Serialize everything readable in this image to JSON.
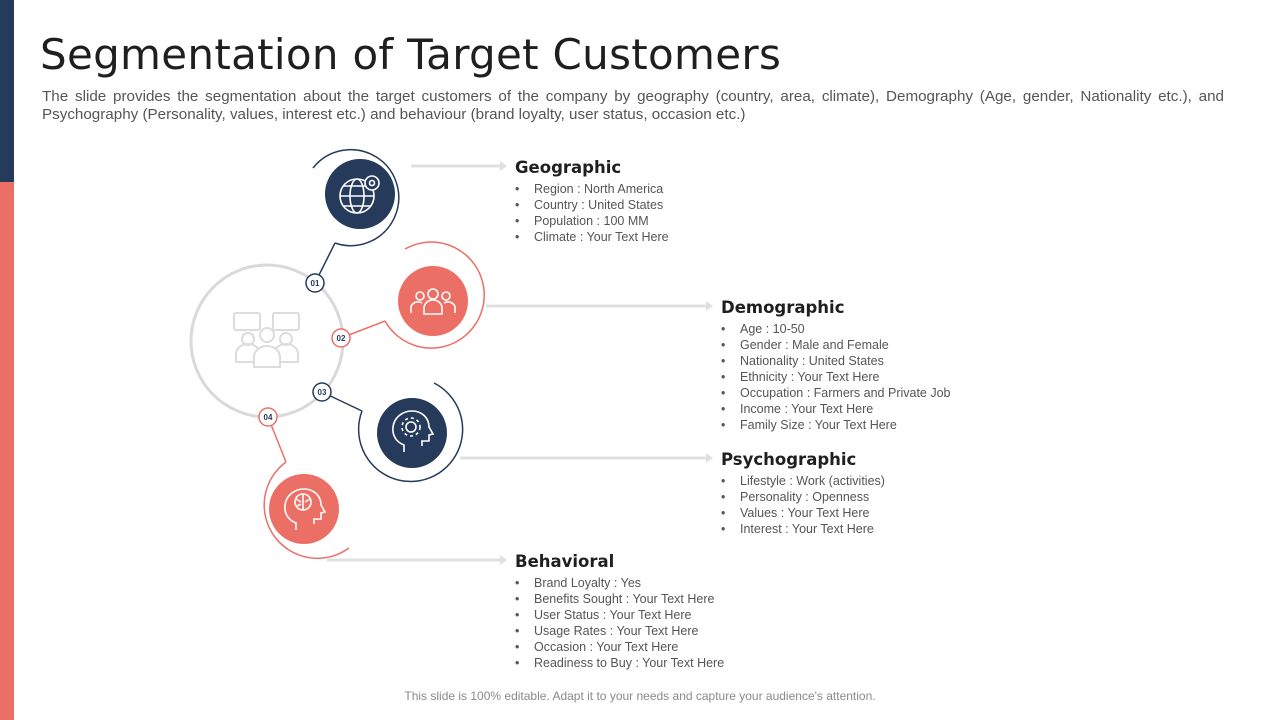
{
  "title": "Segmentation of Target Customers",
  "subtitle": "The slide provides the segmentation about the target customers of the company by geography (country, area, climate), Demography (Age, gender, Nationality etc.), and Psychography (Personality, values, interest etc.) and behaviour (brand loyalty, user status, occasion etc.)",
  "colors": {
    "navy": "#263a5c",
    "coral": "#ec6f66"
  },
  "steps": [
    "01",
    "02",
    "03",
    "04"
  ],
  "segments": [
    {
      "heading": "Geographic",
      "icon": "globe-location-icon",
      "items": [
        "Region  : North America",
        "Country : United States",
        "Population : 100 MM",
        "Climate : Your Text Here"
      ]
    },
    {
      "heading": "Demographic",
      "icon": "people-group-icon",
      "items": [
        "Age : 10-50",
        "Gender  : Male and Female",
        "Nationality : United States",
        "Ethnicity : Your Text Here",
        "Occupation : Farmers and Private Job",
        "Income  : Your Text Here",
        "Family Size : Your Text Here"
      ]
    },
    {
      "heading": "Psychographic",
      "icon": "head-gear-icon",
      "items": [
        "Lifestyle : Work (activities)",
        "Personality : Openness",
        "Values : Your Text Here",
        "Interest : Your Text Here"
      ]
    },
    {
      "heading": "Behavioral",
      "icon": "head-brain-icon",
      "items": [
        "Brand Loyalty : Yes",
        "Benefits Sought  : Your Text Here",
        "User Status : Your Text Here",
        "Usage Rates  : Your Text Here",
        "Occasion : Your Text Here",
        "Readiness to Buy : Your Text Here"
      ]
    }
  ],
  "footer": "This slide is 100% editable. Adapt it to your needs and capture your audience's attention."
}
